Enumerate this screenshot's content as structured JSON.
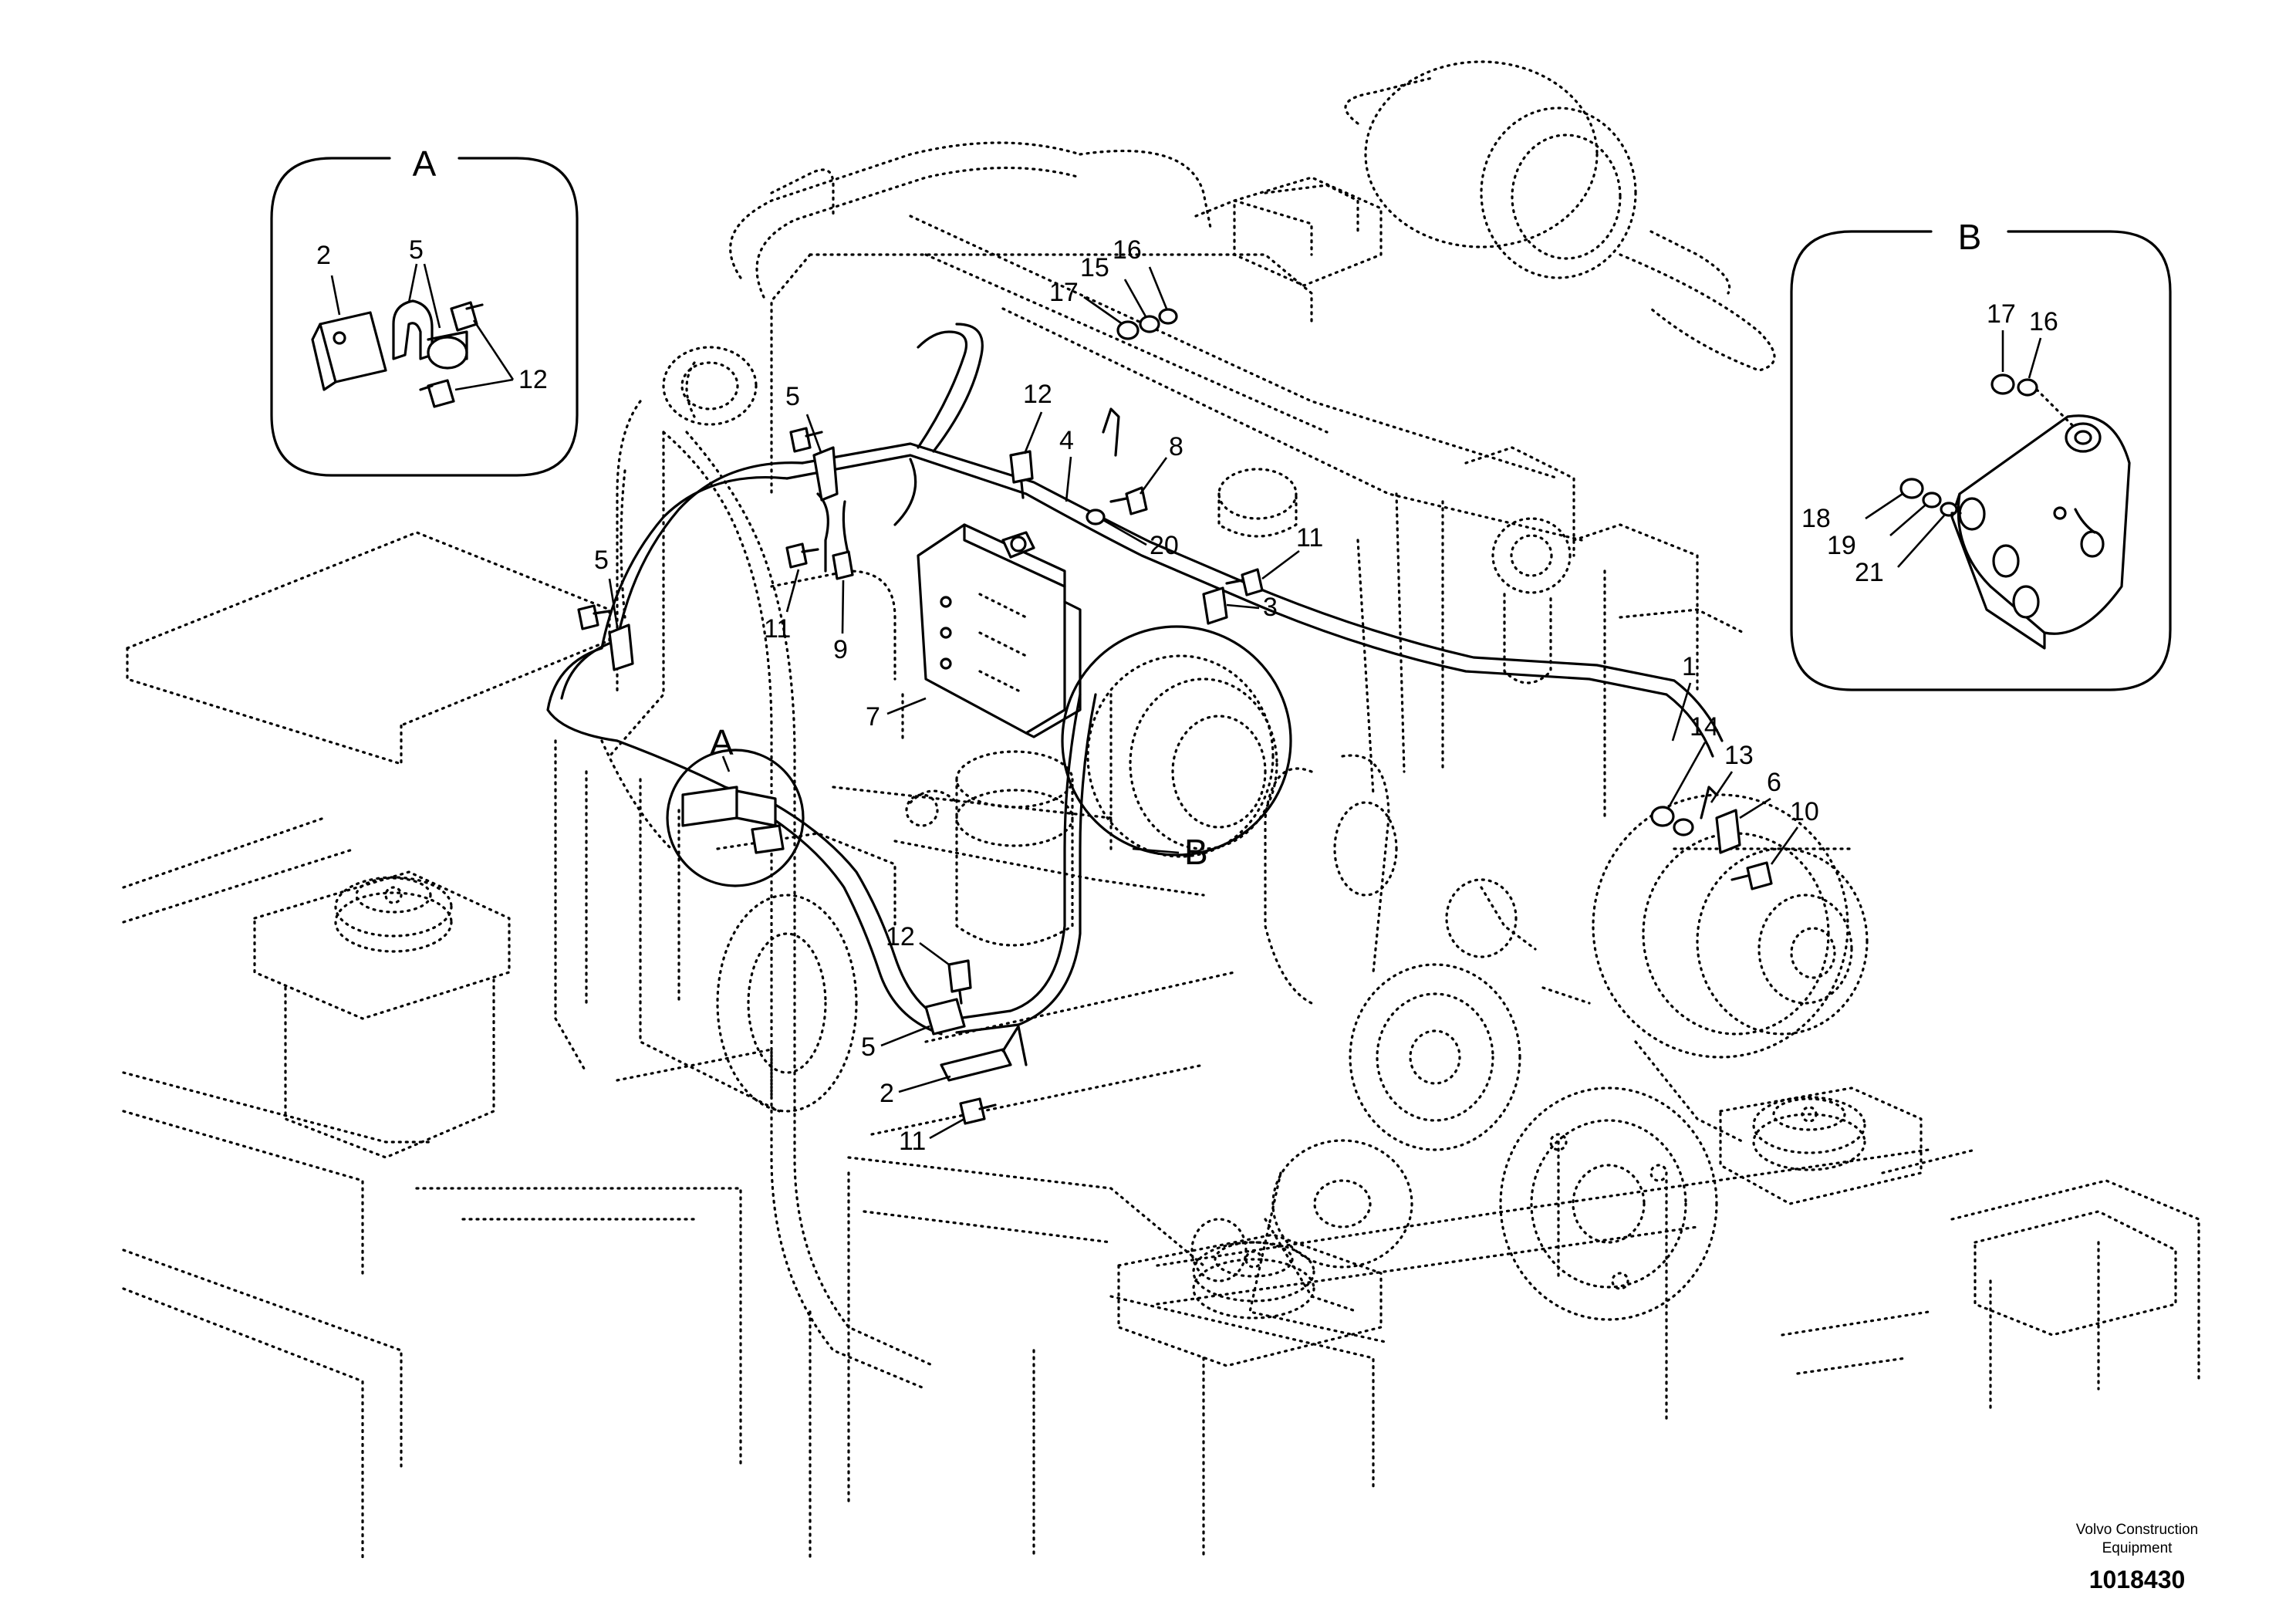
{
  "inset_a": {
    "title": "A",
    "labels": [
      "2",
      "5",
      "12"
    ]
  },
  "inset_b": {
    "title": "B",
    "labels": [
      "17",
      "16",
      "18",
      "19",
      "21"
    ]
  },
  "detail_markers": {
    "a": "A",
    "b": "B"
  },
  "part_labels": {
    "p1": "1",
    "p2": "2",
    "p3": "3",
    "p4": "4",
    "p5a": "5",
    "p5b": "5",
    "p5c": "5",
    "p6": "6",
    "p7": "7",
    "p8": "8",
    "p9": "9",
    "p10": "10",
    "p11a": "11",
    "p11b": "11",
    "p11c": "11",
    "p12a": "12",
    "p12b": "12",
    "p13": "13",
    "p14": "14",
    "p15": "15",
    "p16": "16",
    "p17": "17",
    "p20": "20",
    "p2b": "2"
  },
  "footer": {
    "brand_line1": "Volvo Construction",
    "brand_line2": "Equipment",
    "drawing_number": "1018430"
  }
}
